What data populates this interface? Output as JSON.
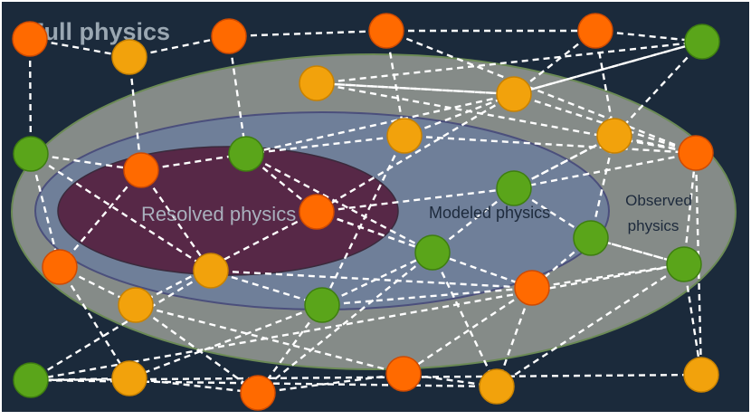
{
  "title": "Full physics",
  "labels": {
    "resolved": "Resolved physics",
    "modeled": "Modeled physics",
    "observed_line1": "Observed",
    "observed_line2": "physics"
  },
  "colors": {
    "background": "#1b2a3b",
    "frame": "#ffffff",
    "observed_region": "#858b88",
    "modeled_region": "#6f7f99",
    "resolved_region": "#572847",
    "title_text": "#9aa7b2",
    "node_orange": "#ff6a00",
    "node_amber": "#f2a20c",
    "node_green": "#5aa51a"
  },
  "nodes": [
    {
      "id": "n1",
      "color": "orange"
    },
    {
      "id": "n2",
      "color": "amber"
    },
    {
      "id": "n3",
      "color": "orange"
    },
    {
      "id": "n4",
      "color": "orange"
    },
    {
      "id": "n5",
      "color": "orange"
    },
    {
      "id": "n6",
      "color": "green"
    },
    {
      "id": "n7",
      "color": "amber"
    },
    {
      "id": "n8",
      "color": "orange"
    },
    {
      "id": "n9",
      "color": "green"
    },
    {
      "id": "n10",
      "color": "green"
    },
    {
      "id": "n11",
      "color": "amber"
    },
    {
      "id": "n12",
      "color": "amber"
    },
    {
      "id": "n13",
      "color": "amber"
    },
    {
      "id": "n14",
      "color": "orange"
    },
    {
      "id": "n15",
      "color": "orange"
    },
    {
      "id": "n16",
      "color": "green"
    },
    {
      "id": "n17",
      "color": "green"
    },
    {
      "id": "n18",
      "color": "green"
    },
    {
      "id": "n19",
      "color": "orange"
    },
    {
      "id": "n20",
      "color": "amber"
    },
    {
      "id": "n21",
      "color": "orange"
    },
    {
      "id": "n22",
      "color": "amber"
    },
    {
      "id": "n23",
      "color": "green"
    },
    {
      "id": "n24",
      "color": "orange"
    },
    {
      "id": "n25",
      "color": "green"
    },
    {
      "id": "n26",
      "color": "amber"
    },
    {
      "id": "n27",
      "color": "orange"
    },
    {
      "id": "n28",
      "color": "orange"
    },
    {
      "id": "n29",
      "color": "amber"
    },
    {
      "id": "n30",
      "color": "green"
    },
    {
      "id": "n31",
      "color": "amber"
    }
  ],
  "edges": [
    [
      "n1",
      "n2"
    ],
    [
      "n2",
      "n3"
    ],
    [
      "n3",
      "n4"
    ],
    [
      "n4",
      "n5"
    ],
    [
      "n5",
      "n6"
    ],
    [
      "n1",
      "n9"
    ],
    [
      "n2",
      "n8"
    ],
    [
      "n3",
      "n10"
    ],
    [
      "n4",
      "n11"
    ],
    [
      "n4",
      "n14"
    ],
    [
      "n5",
      "n12"
    ],
    [
      "n5",
      "n13"
    ],
    [
      "n6",
      "n13"
    ],
    [
      "n6",
      "n12"
    ],
    [
      "n11",
      "n14"
    ],
    [
      "n14",
      "n13"
    ],
    [
      "n11",
      "n12"
    ],
    [
      "n11",
      "n10"
    ],
    [
      "n11",
      "n23"
    ],
    [
      "n12",
      "n19"
    ],
    [
      "n12",
      "n10"
    ],
    [
      "n13",
      "n16"
    ],
    [
      "n14",
      "n16"
    ],
    [
      "n16",
      "n13"
    ],
    [
      "n9",
      "n8"
    ],
    [
      "n8",
      "n10"
    ],
    [
      "n8",
      "n15"
    ],
    [
      "n8",
      "n20"
    ],
    [
      "n10",
      "n19"
    ],
    [
      "n10",
      "n18"
    ],
    [
      "n19",
      "n18"
    ],
    [
      "n19",
      "n24"
    ],
    [
      "n19",
      "n22"
    ],
    [
      "n19",
      "n16"
    ],
    [
      "n16",
      "n17"
    ],
    [
      "n16",
      "n18"
    ],
    [
      "n17",
      "n13"
    ],
    [
      "n17",
      "n24"
    ],
    [
      "n17",
      "n25"
    ],
    [
      "n9",
      "n20"
    ],
    [
      "n9",
      "n15"
    ],
    [
      "n15",
      "n22"
    ],
    [
      "n15",
      "n26"
    ],
    [
      "n20",
      "n23"
    ],
    [
      "n20",
      "n30"
    ],
    [
      "n20",
      "n24"
    ],
    [
      "n22",
      "n27"
    ],
    [
      "n22",
      "n28"
    ],
    [
      "n23",
      "n26"
    ],
    [
      "n23",
      "n27"
    ],
    [
      "n23",
      "n24"
    ],
    [
      "n23",
      "n18"
    ],
    [
      "n24",
      "n28"
    ],
    [
      "n24",
      "n29"
    ],
    [
      "n24",
      "n25"
    ],
    [
      "n18",
      "n27"
    ],
    [
      "n18",
      "n29"
    ],
    [
      "n25",
      "n29"
    ],
    [
      "n25",
      "n30"
    ],
    [
      "n25",
      "n31"
    ],
    [
      "n25",
      "n14"
    ],
    [
      "n25",
      "n17"
    ],
    [
      "n26",
      "n30"
    ],
    [
      "n26",
      "n27"
    ],
    [
      "n27",
      "n28"
    ],
    [
      "n28",
      "n29"
    ],
    [
      "n29",
      "n30"
    ],
    [
      "n30",
      "n31"
    ],
    [
      "n7",
      "n6"
    ],
    [
      "n7",
      "n12"
    ],
    [
      "n14",
      "n31"
    ],
    [
      "n21",
      "n6"
    ],
    [
      "n21",
      "n7"
    ],
    [
      "n21",
      "n14"
    ],
    [
      "n21",
      "n12"
    ],
    [
      "n7",
      "n14"
    ]
  ]
}
